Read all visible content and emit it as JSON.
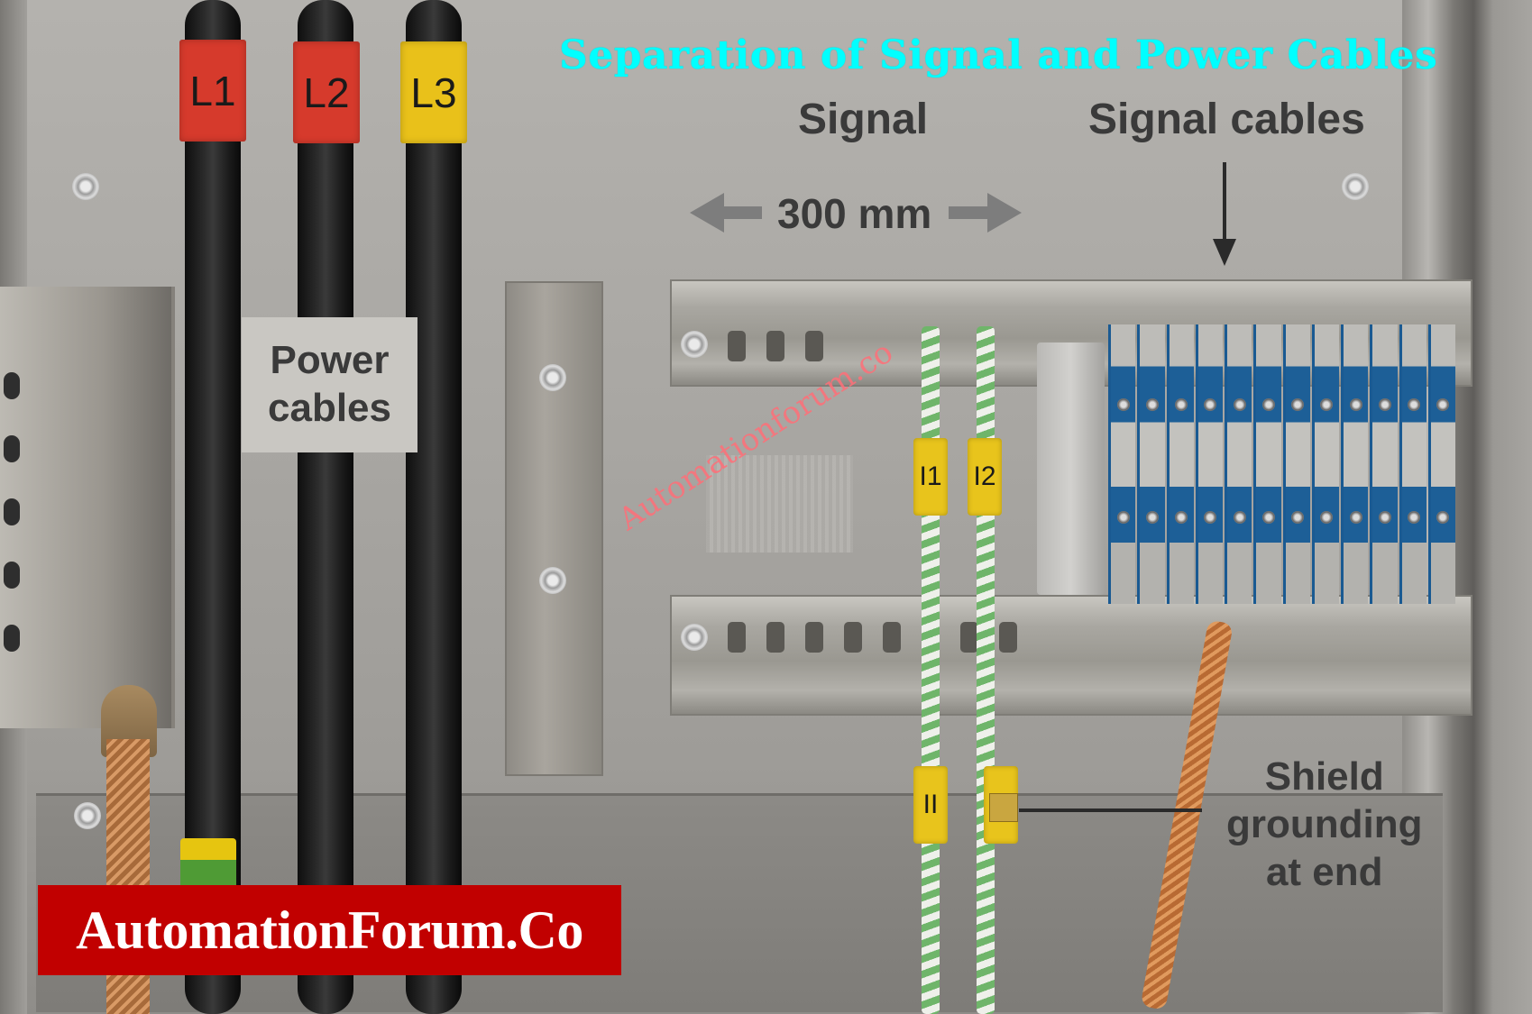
{
  "title": "Separation of Signal and Power Cables",
  "labels": {
    "signal": "Signal",
    "signal_cables": "Signal cables",
    "dimension": "300 mm",
    "power_cables_line1": "Power",
    "power_cables_line2": "cables",
    "shield_line1": "Shield",
    "shield_line2": "grounding",
    "shield_line3": "at end"
  },
  "phase_tags": [
    {
      "label": "L1",
      "color": "#d63a2c"
    },
    {
      "label": "L2",
      "color": "#d63a2c"
    },
    {
      "label": "L3",
      "color": "#e9c11a"
    }
  ],
  "wire_tags": [
    {
      "label": "I1"
    },
    {
      "label": "I2"
    },
    {
      "label": "II"
    }
  ],
  "watermark": "Automationforum.co",
  "logo": {
    "text": "AutomationForum.Co",
    "background": "#c10000",
    "text_color": "#ffffff"
  },
  "colors": {
    "title": "#00ffff",
    "label_text": "#3a3a3a",
    "terminal_blue": "#1d5f97",
    "signal_wire_green": "#6fb56a",
    "wire_tag_yellow": "#e8c41c",
    "copper_braid": "#c8783f"
  },
  "terminal_count": 12
}
